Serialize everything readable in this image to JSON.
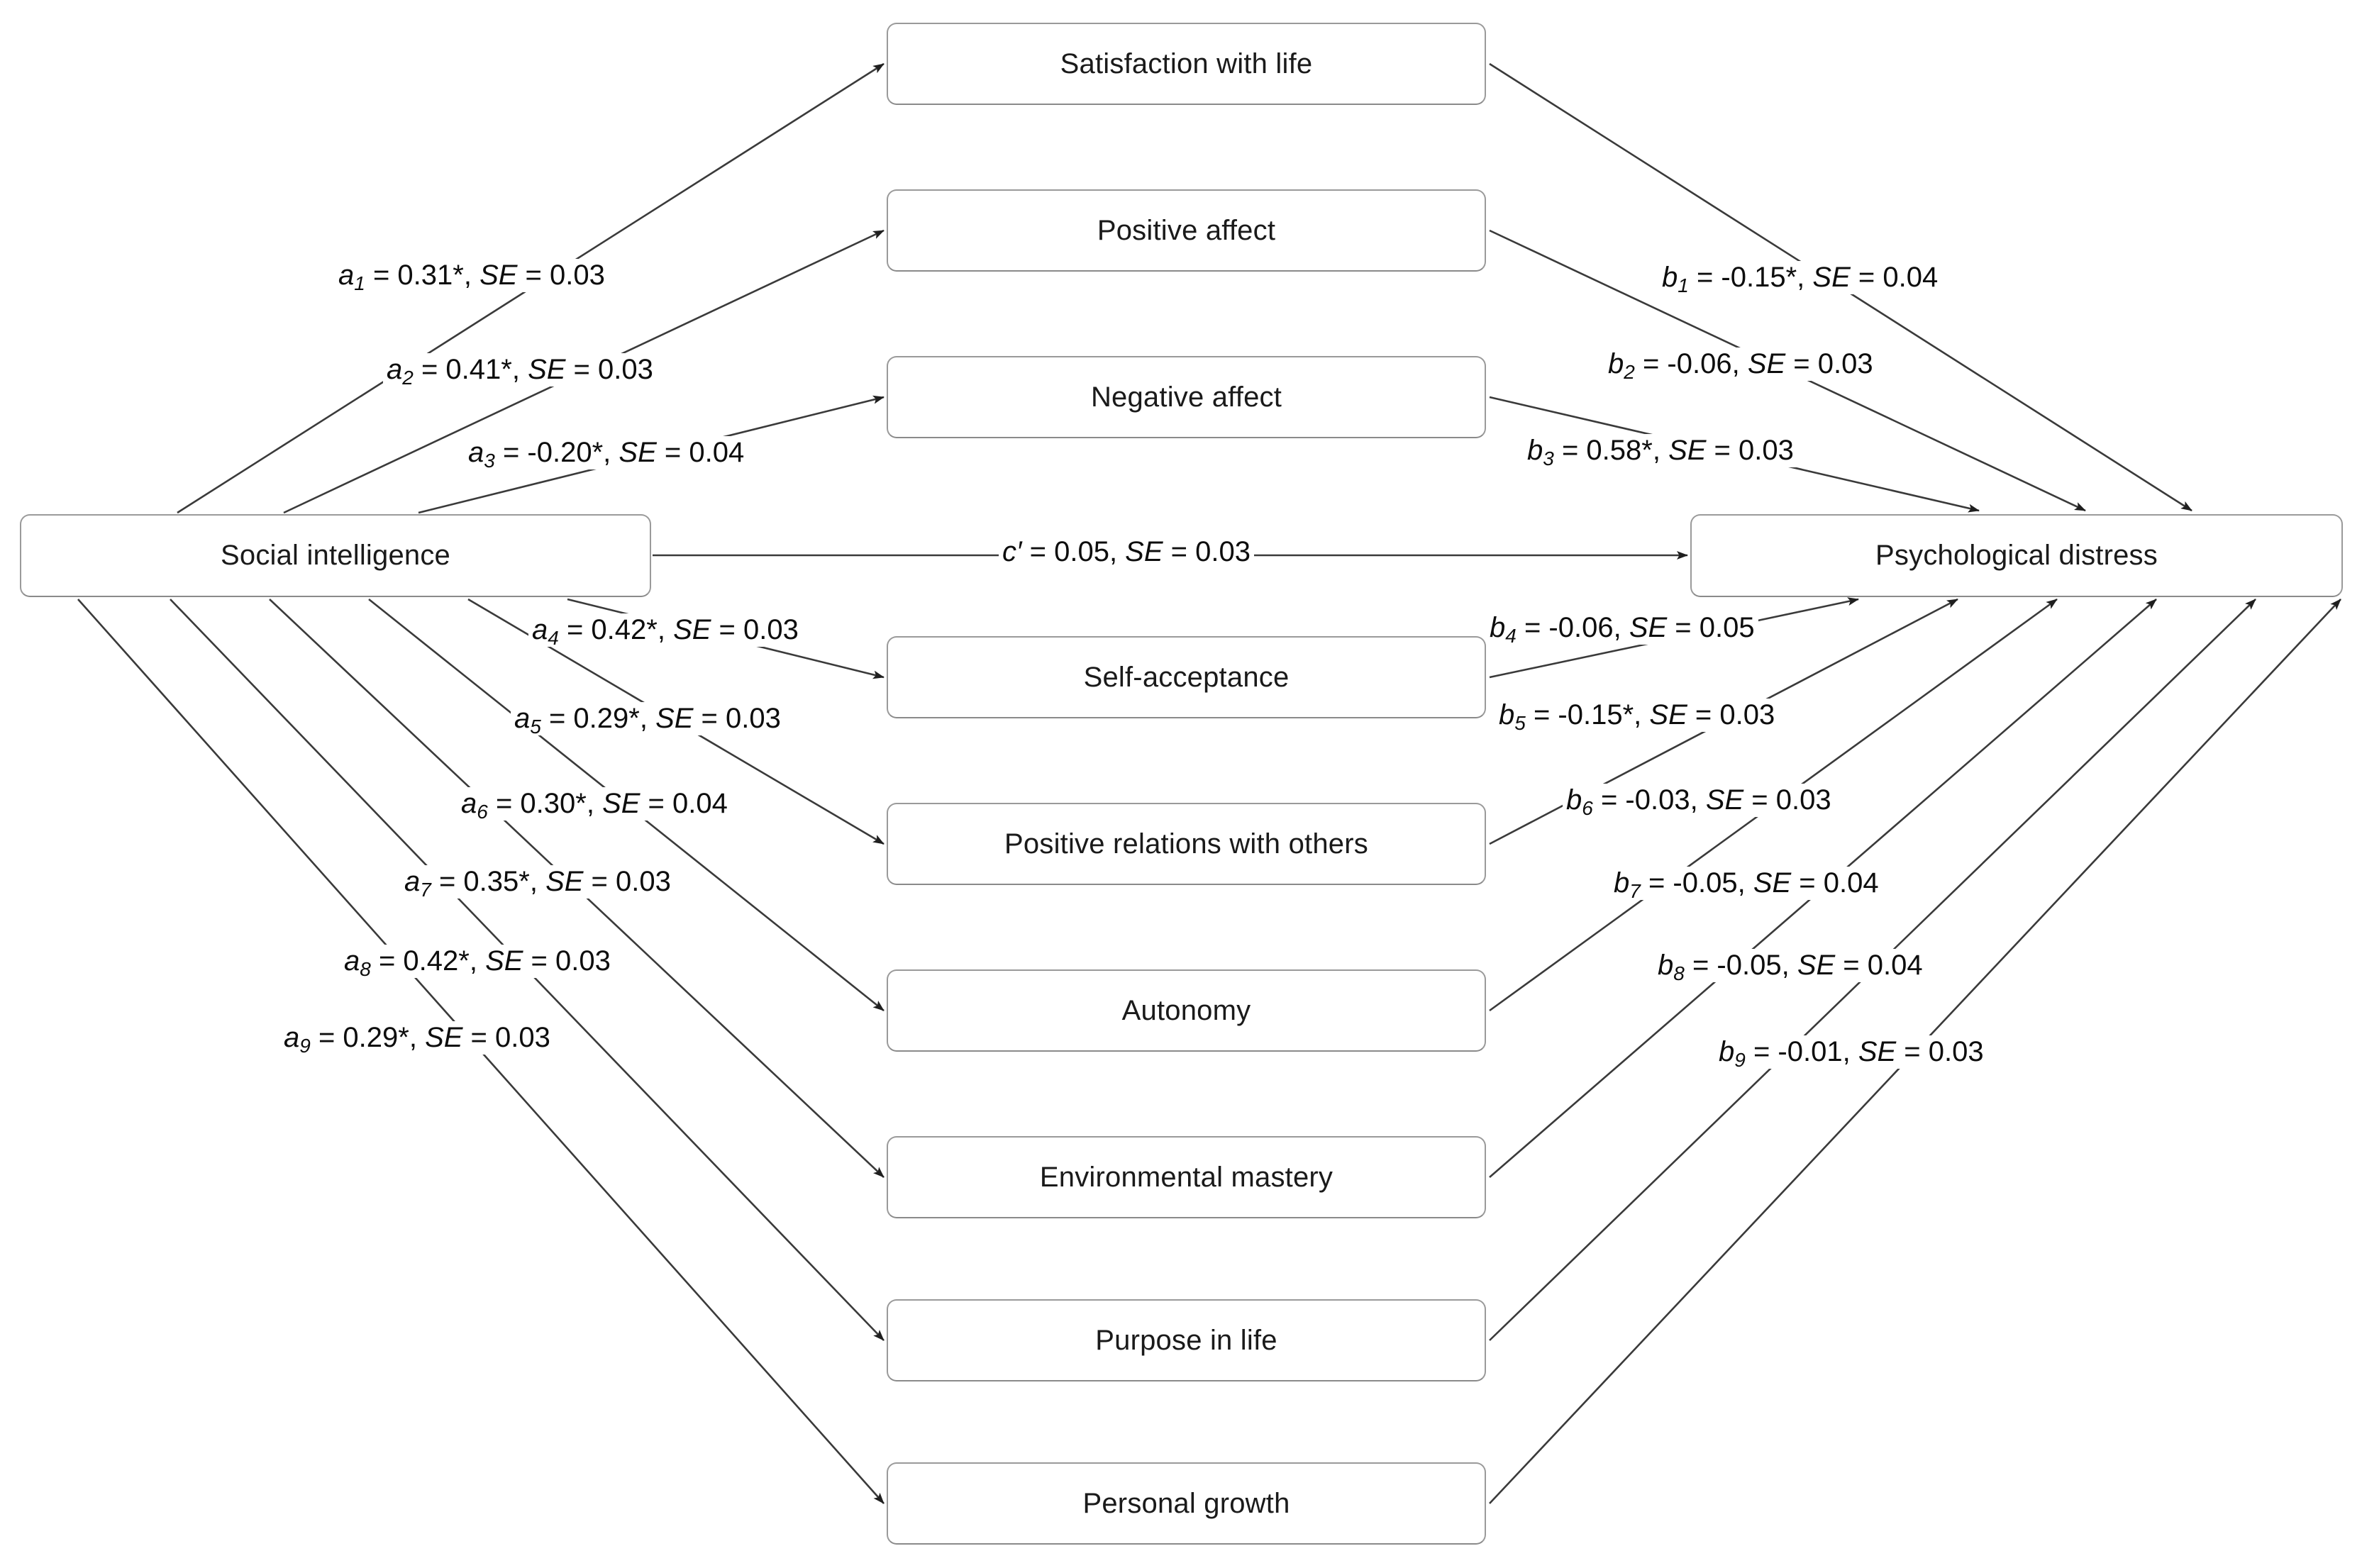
{
  "diagram": {
    "type": "mediation-path-diagram",
    "predictor": {
      "label": "Social intelligence"
    },
    "outcome": {
      "label": "Psychological distress"
    },
    "mediators": [
      {
        "id": "m1",
        "label": "Satisfaction with life"
      },
      {
        "id": "m2",
        "label": "Positive affect"
      },
      {
        "id": "m3",
        "label": "Negative affect"
      },
      {
        "id": "m4",
        "label": "Self-acceptance"
      },
      {
        "id": "m5",
        "label": "Positive relations with others"
      },
      {
        "id": "m6",
        "label": "Autonomy"
      },
      {
        "id": "m7",
        "label": "Environmental mastery"
      },
      {
        "id": "m8",
        "label": "Purpose in life"
      },
      {
        "id": "m9",
        "label": "Personal growth"
      }
    ],
    "a_paths": [
      {
        "coef": "a",
        "sub": "1",
        "text": " = 0.31*, ",
        "se_label": "SE",
        "se": " = 0.03"
      },
      {
        "coef": "a",
        "sub": "2",
        "text": " = 0.41*, ",
        "se_label": "SE",
        "se": " = 0.03"
      },
      {
        "coef": "a",
        "sub": "3",
        "text": " = -0.20*, ",
        "se_label": "SE",
        "se": " = 0.04"
      },
      {
        "coef": "a",
        "sub": "4",
        "text": " = 0.42*, ",
        "se_label": "SE",
        "se": " = 0.03"
      },
      {
        "coef": "a",
        "sub": "5",
        "text": " = 0.29*, ",
        "se_label": "SE",
        "se": " = 0.03"
      },
      {
        "coef": "a",
        "sub": "6",
        "text": " = 0.30*, ",
        "se_label": "SE",
        "se": " = 0.04"
      },
      {
        "coef": "a",
        "sub": "7",
        "text": " = 0.35*, ",
        "se_label": "SE",
        "se": " = 0.03"
      },
      {
        "coef": "a",
        "sub": "8",
        "text": " = 0.42*, ",
        "se_label": "SE",
        "se": " = 0.03"
      },
      {
        "coef": "a",
        "sub": "9",
        "text": " = 0.29*, ",
        "se_label": "SE",
        "se": " = 0.03"
      }
    ],
    "b_paths": [
      {
        "coef": "b",
        "sub": "1",
        "text": " = -0.15*, ",
        "se_label": "SE",
        "se": " = 0.04"
      },
      {
        "coef": "b",
        "sub": "2",
        "text": " = -0.06, ",
        "se_label": "SE",
        "se": " = 0.03"
      },
      {
        "coef": "b",
        "sub": "3",
        "text": " = 0.58*, ",
        "se_label": "SE",
        "se": " = 0.03"
      },
      {
        "coef": "b",
        "sub": "4",
        "text": " = -0.06, ",
        "se_label": "SE",
        "se": " = 0.05"
      },
      {
        "coef": "b",
        "sub": "5",
        "text": " = -0.15*, ",
        "se_label": "SE",
        "se": " = 0.03"
      },
      {
        "coef": "b",
        "sub": "6",
        "text": " = -0.03, ",
        "se_label": "SE",
        "se": " = 0.03"
      },
      {
        "coef": "b",
        "sub": "7",
        "text": " = -0.05, ",
        "se_label": "SE",
        "se": " = 0.04"
      },
      {
        "coef": "b",
        "sub": "8",
        "text": " = -0.05, ",
        "se_label": "SE",
        "se": " = 0.04"
      },
      {
        "coef": "b",
        "sub": "9",
        "text": " = -0.01, ",
        "se_label": "SE",
        "se": " = 0.03"
      }
    ],
    "direct_path": {
      "coef": "c′",
      "text": " = 0.05, ",
      "se_label": "SE",
      "se": " = 0.03"
    },
    "colors": {
      "box_stroke": "#9a9a9a",
      "arrow_stroke": "#3a3a3a",
      "text": "#1a1a1a",
      "background": "#ffffff"
    }
  }
}
